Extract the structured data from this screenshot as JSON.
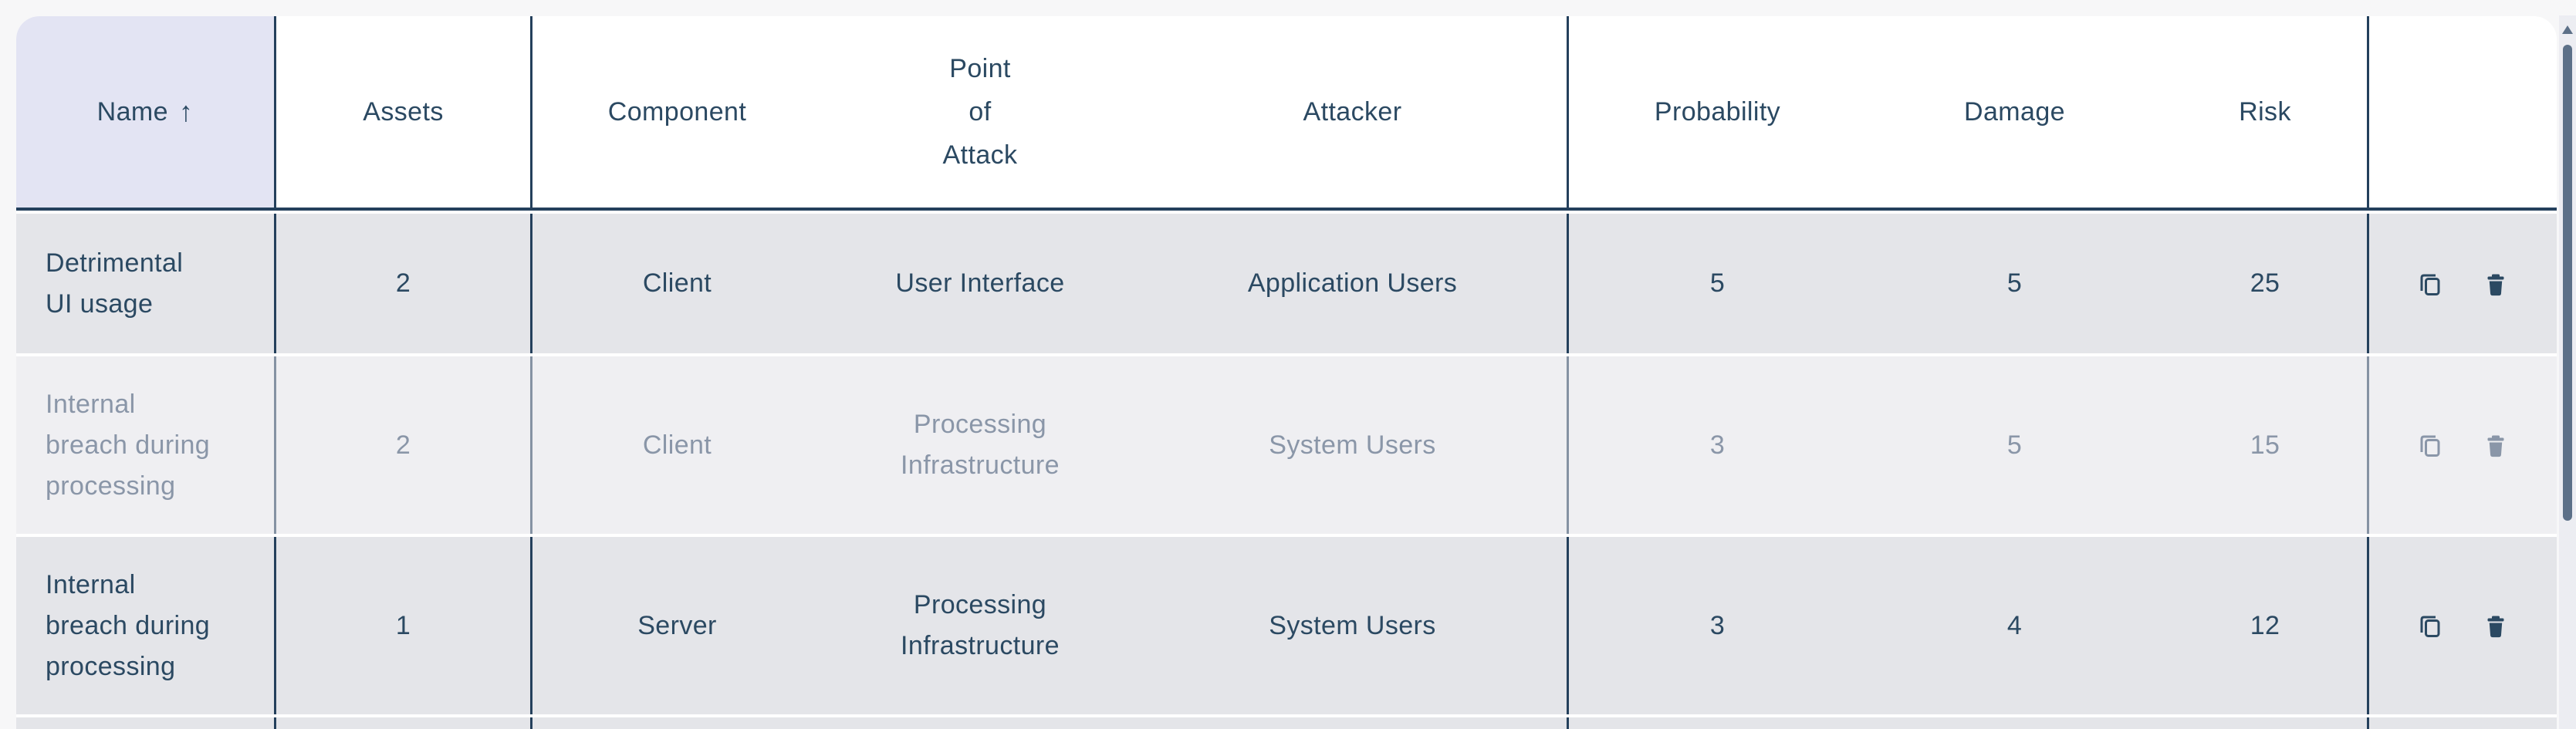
{
  "colors": {
    "page_background": "#f7f7f8",
    "header_background": "#ffffff",
    "sorted_header_cell_background": "#e3e4f3",
    "row_background": "#e4e5e9",
    "disabled_row_background": "#efeff2",
    "text_navy": "#2b4962",
    "disabled_text": "#8a96a8",
    "divider_navy": "#24405c",
    "scrollbar_thumb": "#5c7088",
    "scrollbar_track": "#ecedf2"
  },
  "table": {
    "columns": [
      {
        "label": "Name"
      },
      {
        "label": "Assets"
      },
      {
        "label": "Component"
      },
      {
        "label": "Point of Attack"
      },
      {
        "label": "Attacker"
      },
      {
        "label": "Probability"
      },
      {
        "label": "Damage"
      },
      {
        "label": "Risk"
      },
      {
        "label": ""
      }
    ],
    "sort": {
      "column": "Name",
      "direction": "ascending",
      "icon": "↑"
    },
    "rows": [
      {
        "name": "Detrimental UI usage",
        "assets": "2",
        "component": "Client",
        "point_of_attack": "User Interface",
        "attacker": "Application Users",
        "probability": "5",
        "damage": "5",
        "risk": "25",
        "state": "normal",
        "actions": [
          "copy",
          "delete"
        ]
      },
      {
        "name": "Internal breach during processing",
        "assets": "2",
        "component": "Client",
        "point_of_attack": "Processing Infrastructure",
        "attacker": "System Users",
        "probability": "3",
        "damage": "5",
        "risk": "15",
        "state": "disabled",
        "actions": [
          "copy",
          "delete"
        ]
      },
      {
        "name": "Internal breach during processing",
        "assets": "1",
        "component": "Server",
        "point_of_attack": "Processing Infrastructure",
        "attacker": "System Users",
        "probability": "3",
        "damage": "4",
        "risk": "12",
        "state": "normal",
        "actions": [
          "copy",
          "delete"
        ]
      }
    ]
  }
}
